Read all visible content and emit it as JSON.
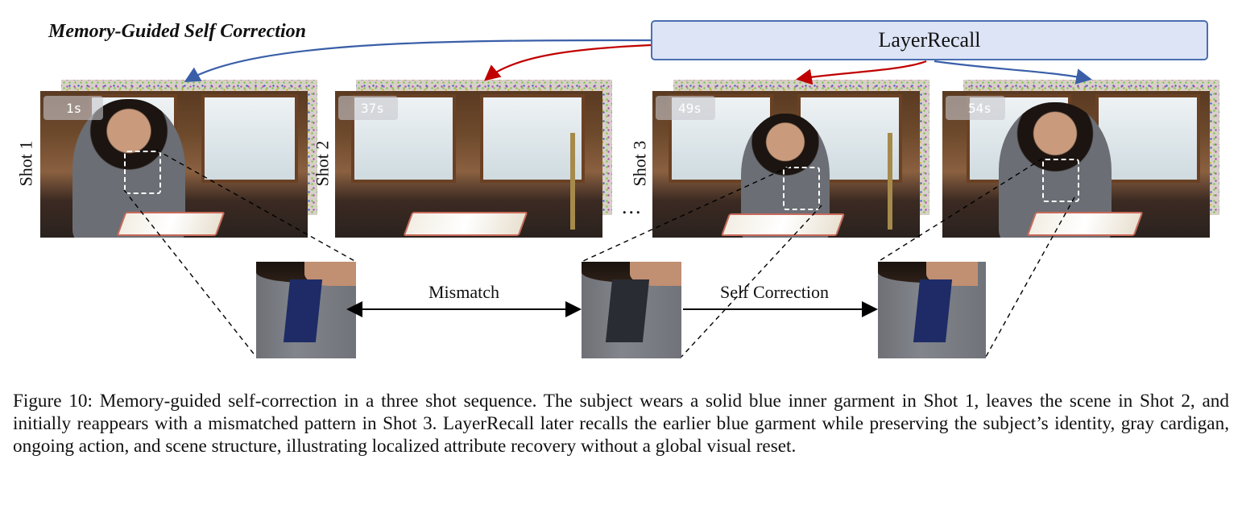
{
  "title": "Memory-Guided Self Correction",
  "recall_label": "LayerRecall",
  "shots": [
    {
      "label": "Shot 1",
      "time": "1s"
    },
    {
      "label": "Shot 2",
      "time": "37s"
    },
    {
      "label": "Shot 3",
      "time": "49s"
    },
    {
      "label": "",
      "time": "54s"
    }
  ],
  "ellipsis": "...",
  "links": {
    "mismatch": "Mismatch",
    "correction": "Self Correction"
  },
  "caption": "Figure 10: Memory-guided self-correction in a three shot sequence. The subject wears a solid blue inner garment in Shot 1, leaves the scene in Shot 2, and initially reappears with a mismatched pattern in Shot 3. LayerRecall later recalls the earlier blue garment while preserving the subject’s identity, gray cardigan, ongoing action, and scene structure, illustrating localized attribute recovery without a global visual reset.",
  "colors": {
    "recall_arrow_blue": "#3a5fa8",
    "recall_arrow_red": "#c00000",
    "box_fill": "#dde4f6"
  }
}
